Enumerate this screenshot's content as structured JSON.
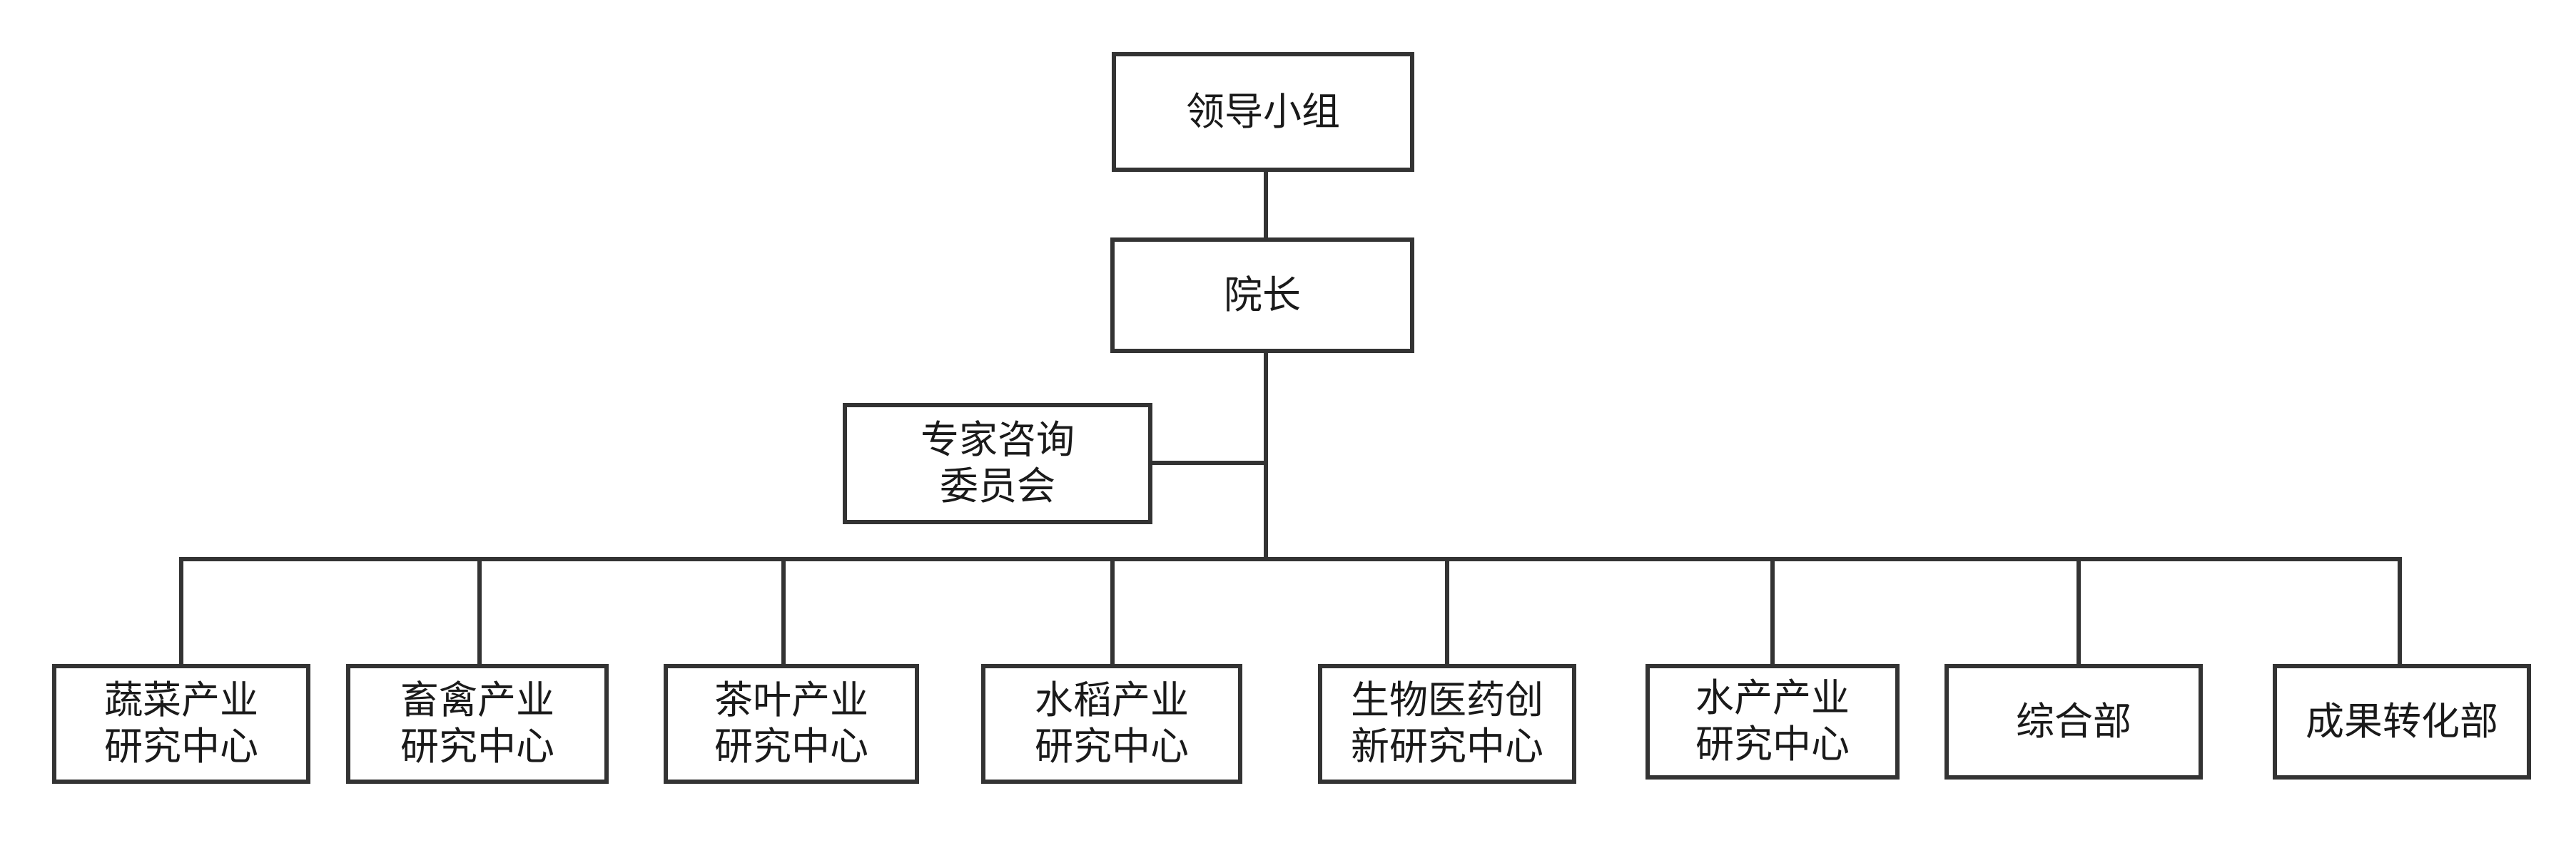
{
  "diagram": {
    "line_color": "#333333",
    "leader": "领导小组",
    "president": "院长",
    "advisory": "专家咨询\n委员会",
    "units": [
      "蔬菜产业\n研究中心",
      "畜禽产业\n研究中心",
      "茶叶产业\n研究中心",
      "水稻产业\n研究中心",
      "生物医药创\n新研究中心",
      "水产产业\n研究中心",
      "综合部",
      "成果转化部"
    ]
  }
}
